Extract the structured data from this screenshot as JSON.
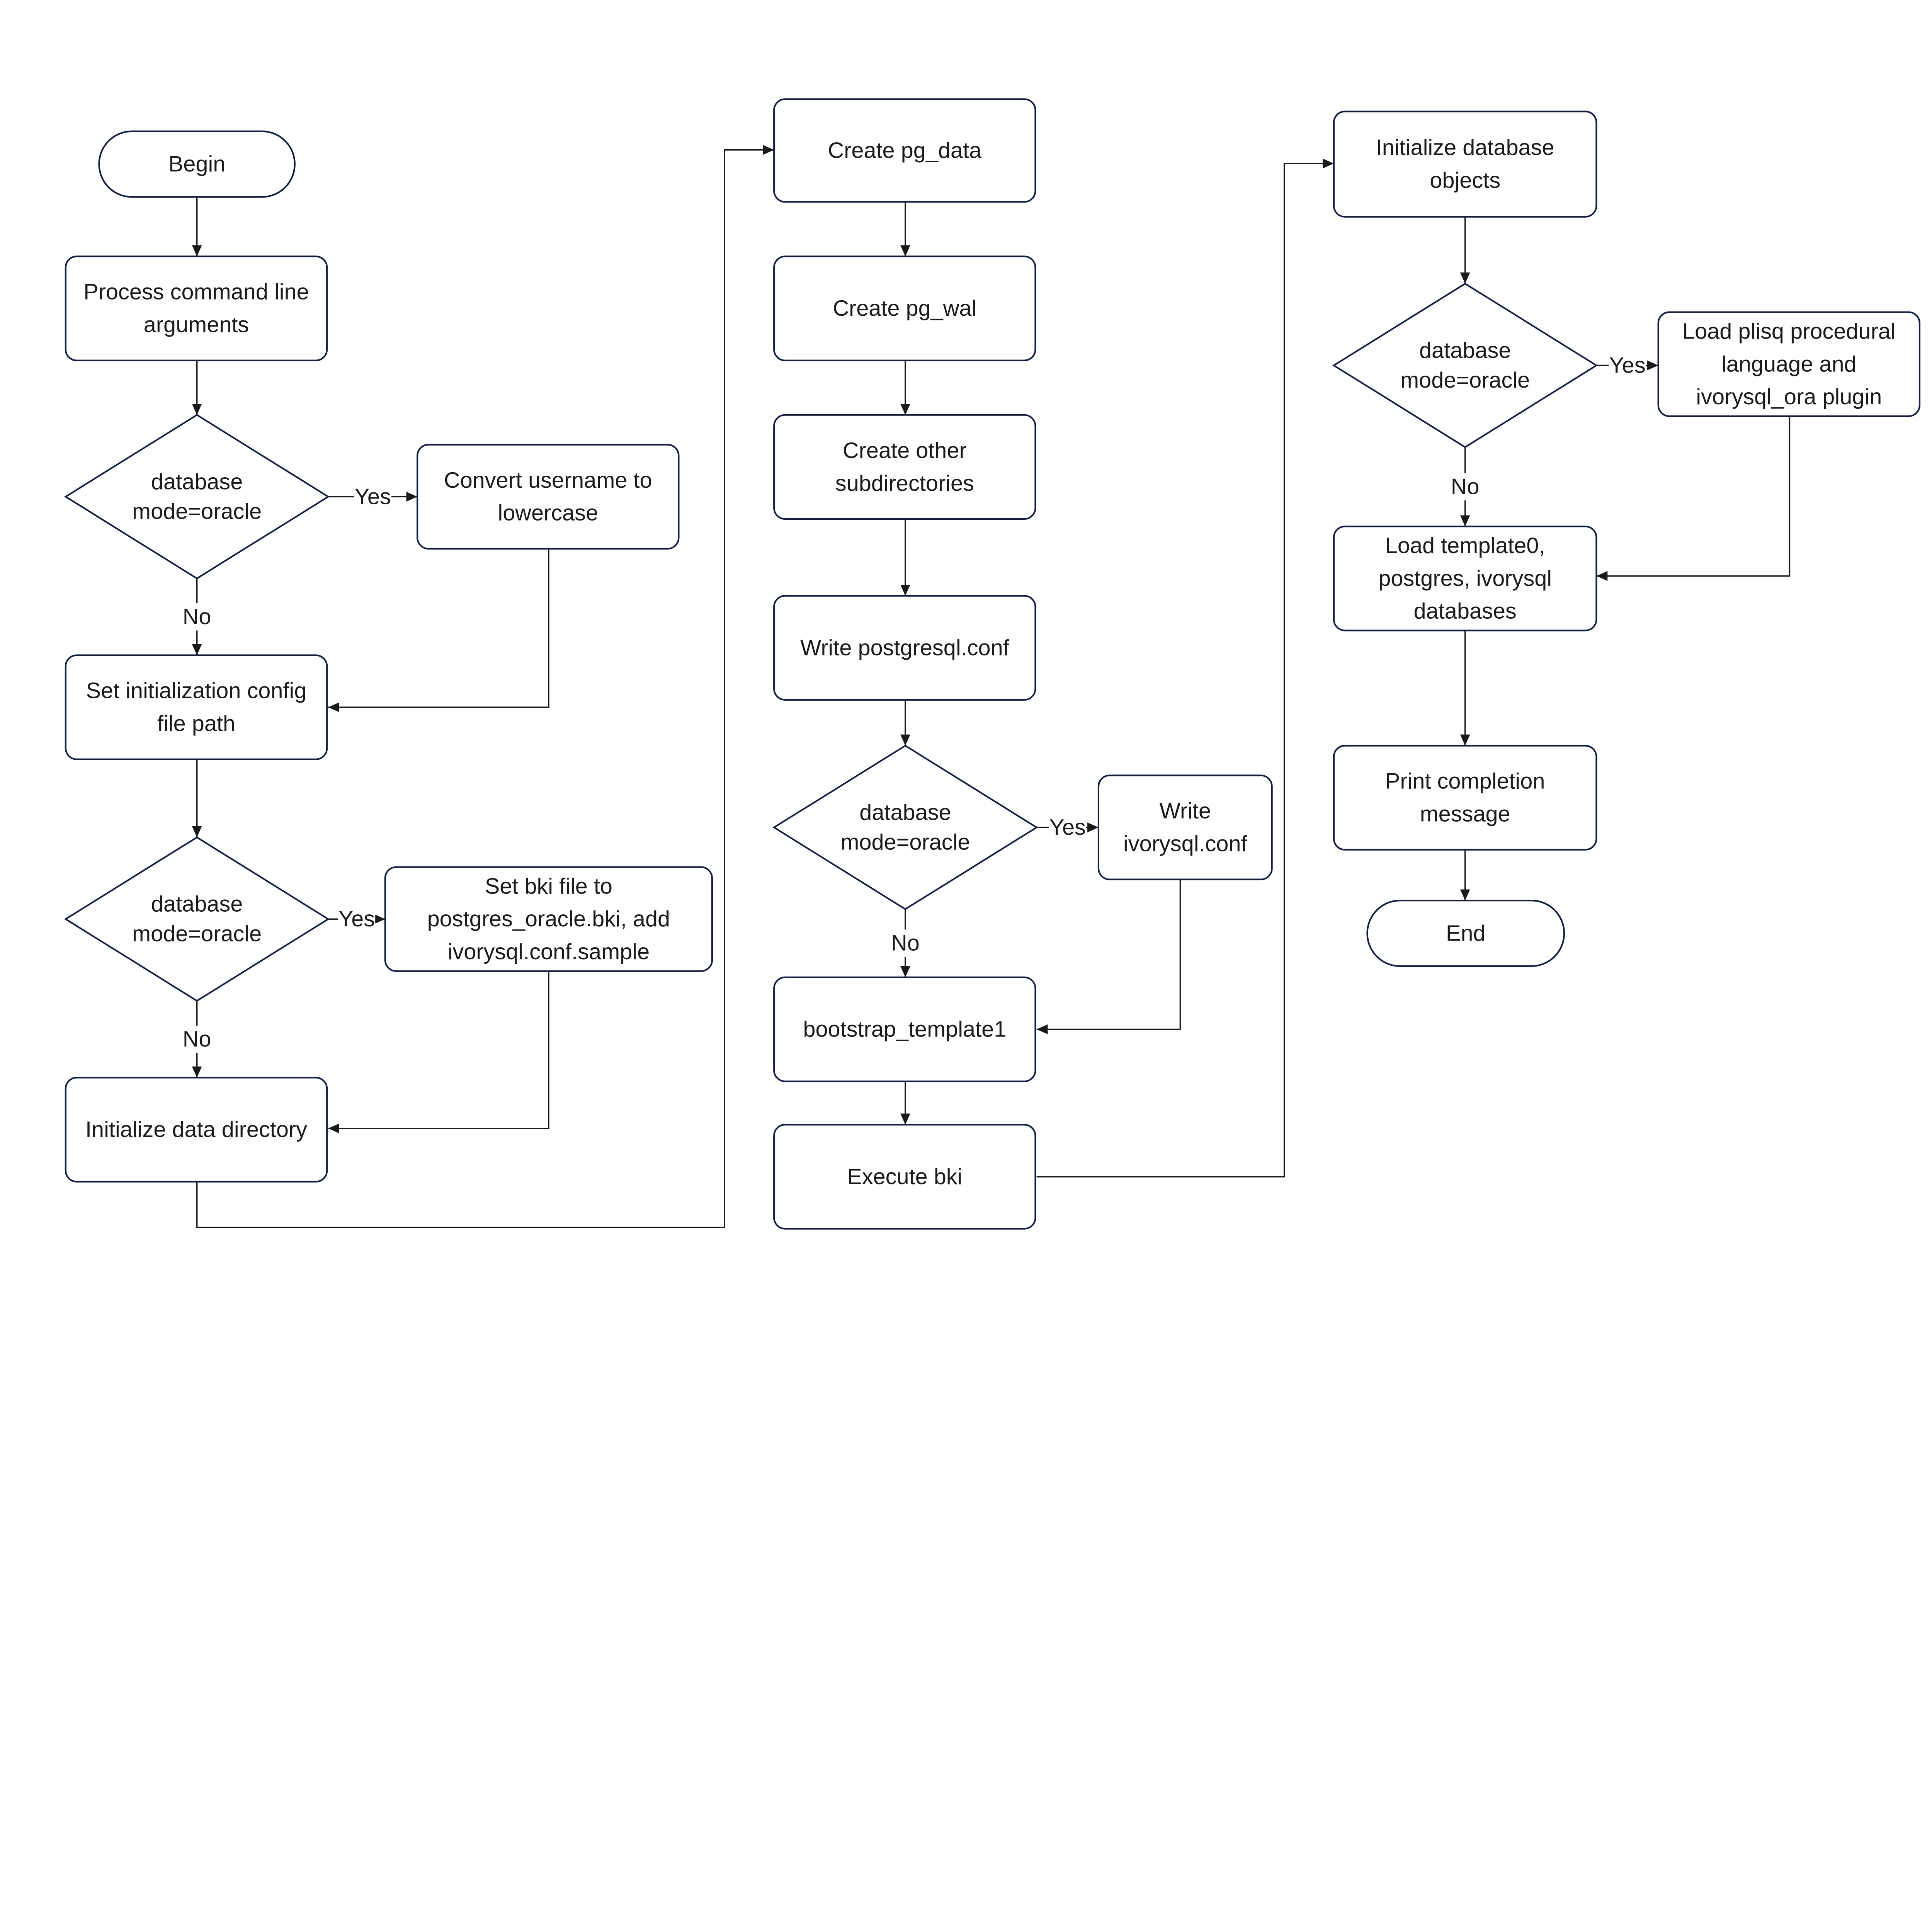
{
  "colors": {
    "shape_stroke": "#141c40",
    "connector": "#1a1a1a",
    "background": "#ffffff"
  },
  "nodes": [
    {
      "id": "begin",
      "type": "terminator",
      "lines": [
        "Begin"
      ]
    },
    {
      "id": "process-args",
      "type": "process",
      "lines": [
        "Process command line",
        "arguments"
      ]
    },
    {
      "id": "decision-1",
      "type": "decision",
      "lines": [
        "database",
        "mode=oracle"
      ]
    },
    {
      "id": "convert-username",
      "type": "process",
      "lines": [
        "Convert username to",
        "lowercase"
      ]
    },
    {
      "id": "set-config-path",
      "type": "process",
      "lines": [
        "Set initialization config",
        "file path"
      ]
    },
    {
      "id": "decision-2",
      "type": "decision",
      "lines": [
        "database",
        "mode=oracle"
      ]
    },
    {
      "id": "set-bki",
      "type": "process",
      "lines": [
        "Set bki file to",
        "postgres_oracle.bki, add",
        "ivorysql.conf.sample"
      ]
    },
    {
      "id": "init-data-dir",
      "type": "process",
      "lines": [
        "Initialize data directory"
      ]
    },
    {
      "id": "create-pg-data",
      "type": "process",
      "lines": [
        "Create pg_data"
      ]
    },
    {
      "id": "create-pg-wal",
      "type": "process",
      "lines": [
        "Create pg_wal"
      ]
    },
    {
      "id": "create-subdirs",
      "type": "process",
      "lines": [
        "Create other",
        "subdirectories"
      ]
    },
    {
      "id": "write-postgresql-conf",
      "type": "process",
      "lines": [
        "Write postgresql.conf"
      ]
    },
    {
      "id": "decision-3",
      "type": "decision",
      "lines": [
        "database",
        "mode=oracle"
      ]
    },
    {
      "id": "write-ivorysql-conf",
      "type": "process",
      "lines": [
        "Write",
        "ivorysql.conf"
      ]
    },
    {
      "id": "bootstrap-template1",
      "type": "process",
      "lines": [
        "bootstrap_template1"
      ]
    },
    {
      "id": "execute-bki",
      "type": "process",
      "lines": [
        "Execute bki"
      ]
    },
    {
      "id": "init-db-objects",
      "type": "process",
      "lines": [
        "Initialize database",
        "objects"
      ]
    },
    {
      "id": "decision-4",
      "type": "decision",
      "lines": [
        "database",
        "mode=oracle"
      ]
    },
    {
      "id": "load-plisq",
      "type": "process",
      "lines": [
        "Load plisq procedural",
        "language and",
        "ivorysql_ora plugin"
      ]
    },
    {
      "id": "load-templates",
      "type": "process",
      "lines": [
        "Load template0,",
        "postgres, ivorysql",
        "databases"
      ]
    },
    {
      "id": "print-completion",
      "type": "process",
      "lines": [
        "Print completion",
        "message"
      ]
    },
    {
      "id": "end",
      "type": "terminator",
      "lines": [
        "End"
      ]
    }
  ],
  "edges": [
    {
      "from": "begin",
      "to": "process-args",
      "label": ""
    },
    {
      "from": "process-args",
      "to": "decision-1",
      "label": ""
    },
    {
      "from": "decision-1",
      "to": "convert-username",
      "label": "Yes"
    },
    {
      "from": "decision-1",
      "to": "set-config-path",
      "label": "No"
    },
    {
      "from": "convert-username",
      "to": "set-config-path",
      "label": ""
    },
    {
      "from": "set-config-path",
      "to": "decision-2",
      "label": ""
    },
    {
      "from": "decision-2",
      "to": "set-bki",
      "label": "Yes"
    },
    {
      "from": "decision-2",
      "to": "init-data-dir",
      "label": "No"
    },
    {
      "from": "set-bki",
      "to": "init-data-dir",
      "label": ""
    },
    {
      "from": "init-data-dir",
      "to": "create-pg-data",
      "label": ""
    },
    {
      "from": "create-pg-data",
      "to": "create-pg-wal",
      "label": ""
    },
    {
      "from": "create-pg-wal",
      "to": "create-subdirs",
      "label": ""
    },
    {
      "from": "create-subdirs",
      "to": "write-postgresql-conf",
      "label": ""
    },
    {
      "from": "write-postgresql-conf",
      "to": "decision-3",
      "label": ""
    },
    {
      "from": "decision-3",
      "to": "write-ivorysql-conf",
      "label": "Yes"
    },
    {
      "from": "decision-3",
      "to": "bootstrap-template1",
      "label": "No"
    },
    {
      "from": "write-ivorysql-conf",
      "to": "bootstrap-template1",
      "label": ""
    },
    {
      "from": "bootstrap-template1",
      "to": "execute-bki",
      "label": ""
    },
    {
      "from": "execute-bki",
      "to": "init-db-objects",
      "label": ""
    },
    {
      "from": "init-db-objects",
      "to": "decision-4",
      "label": ""
    },
    {
      "from": "decision-4",
      "to": "load-plisq",
      "label": "Yes"
    },
    {
      "from": "decision-4",
      "to": "load-templates",
      "label": "No"
    },
    {
      "from": "load-plisq",
      "to": "load-templates",
      "label": ""
    },
    {
      "from": "load-templates",
      "to": "print-completion",
      "label": ""
    },
    {
      "from": "print-completion",
      "to": "end",
      "label": ""
    }
  ]
}
